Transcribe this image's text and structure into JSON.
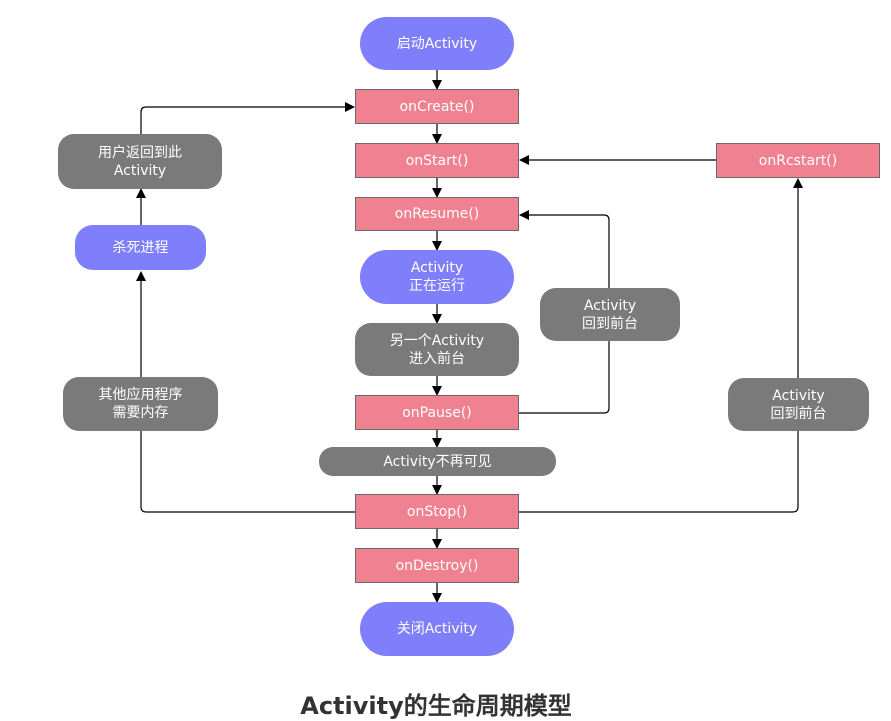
{
  "title": "Activity的生命周期模型",
  "nodes": {
    "launch": "启动Activity",
    "on_create": "onCreate()",
    "on_start": "onStart()",
    "on_resume": "onResume()",
    "running": "Activity\n正在运行",
    "another_foreground": "另一个Activity\n进入前台",
    "on_pause": "onPause()",
    "no_longer_visible": "Activity不再可见",
    "on_stop": "onStop()",
    "on_destroy": "onDestroy()",
    "close": "关闭Activity",
    "on_restart": "onRcstart()",
    "user_returns": "用户返回到此\nActivity",
    "kill_process": "杀死进程",
    "other_app_memory": "其他应用程序\n需要内存",
    "back_to_foreground_1": "Activity\n回到前台",
    "back_to_foreground_2": "Activity\n回到前台"
  },
  "colors": {
    "start_end": "#7f7ffb",
    "method": "#ef8190",
    "state": "#7a7a7a",
    "line": "#000000"
  }
}
